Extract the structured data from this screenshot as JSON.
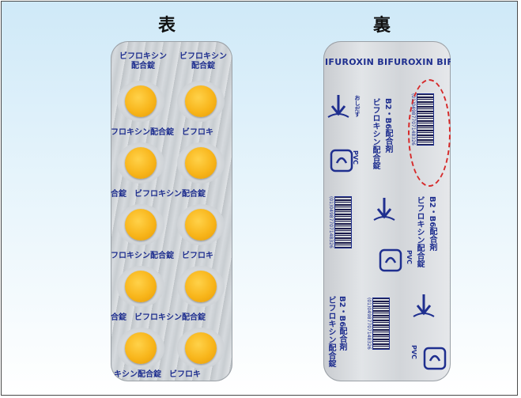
{
  "labels": {
    "front": "表",
    "back": "裏"
  },
  "front": {
    "header_left": "ビフロキシン\n配合錠",
    "header_right": "ビフロキシン\n配合錠",
    "row_texts": [
      "フロキシン配合錠　ビフロキ",
      "合錠　ビフロキシン配合錠",
      "フロキシン配合錠　ビフロキ",
      "合錠　ビフロキシン配合錠",
      "キシン配合錠　ビフロキ"
    ],
    "pill_color": "#f8b51a"
  },
  "back": {
    "brand_text": "IFUROXIN  BIFUROXIN  BIFURO",
    "product_line1": "B2・B6配合剤",
    "product_line2": "ビフロキシン配合錠",
    "recycle_mark": "PVC",
    "barcode_number": "(01)04987707148326",
    "arrow_text": "おしだす"
  },
  "highlight_color": "#d62a2a"
}
